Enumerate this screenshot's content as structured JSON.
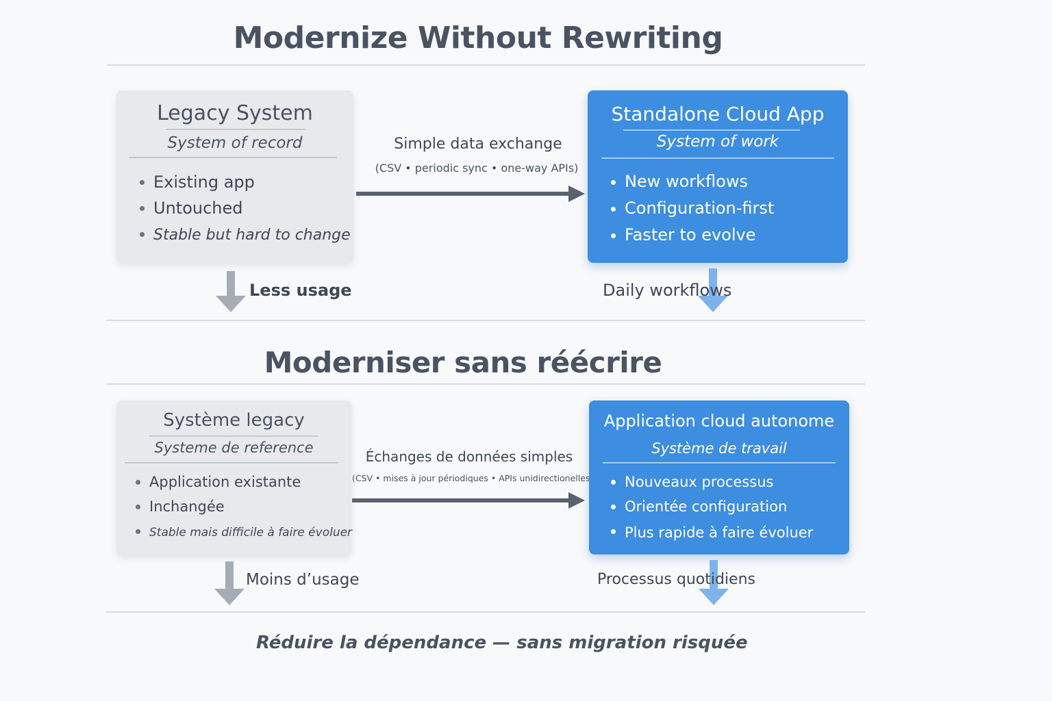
{
  "en": {
    "title": "Modernize Without Rewriting",
    "legacy": {
      "title": "Legacy System",
      "subtitle": "System of record",
      "bullets": [
        "Existing app",
        "Untouched",
        "Stable but hard to change"
      ]
    },
    "exchange": {
      "title": "Simple data exchange",
      "detail": "(CSV • periodic sync • one-way APIs)"
    },
    "cloud": {
      "title": "Standalone Cloud App",
      "subtitle": "System of work",
      "bullets": [
        "New workflows",
        "Configuration-first",
        "Faster to evolve"
      ]
    },
    "legacy_flow": "Less usage",
    "cloud_flow": "Daily workflows"
  },
  "fr": {
    "title": "Moderniser sans réécrire",
    "legacy": {
      "title": "Système legacy",
      "subtitle": "Systeme de reference",
      "bullets": [
        "Application existante",
        "Inchangée",
        "Stable mais difficile à faire évoluer"
      ]
    },
    "exchange": {
      "title": "Échanges de données simples",
      "detail": "(CSV • mises à jour périodiques • APIs unidirectionelles)"
    },
    "cloud": {
      "title": "Application cloud autonome",
      "subtitle": "Système de travail",
      "bullets": [
        "Nouveaux processus",
        "Orientée configuration",
        "Plus rapide à faire évoluer"
      ]
    },
    "legacy_flow": "Moins d’usage",
    "cloud_flow": "Processus quotidiens"
  },
  "footer": "Réduire la dépendance — sans migration risquée",
  "colors": {
    "legacy_box": "#e8e9ec",
    "cloud_box": "#3d8de0",
    "arrow_dark": "#5a6270",
    "arrow_grey": "#a5acb5",
    "arrow_blue": "#7fb2ea",
    "text_dark": "#4a5362"
  }
}
